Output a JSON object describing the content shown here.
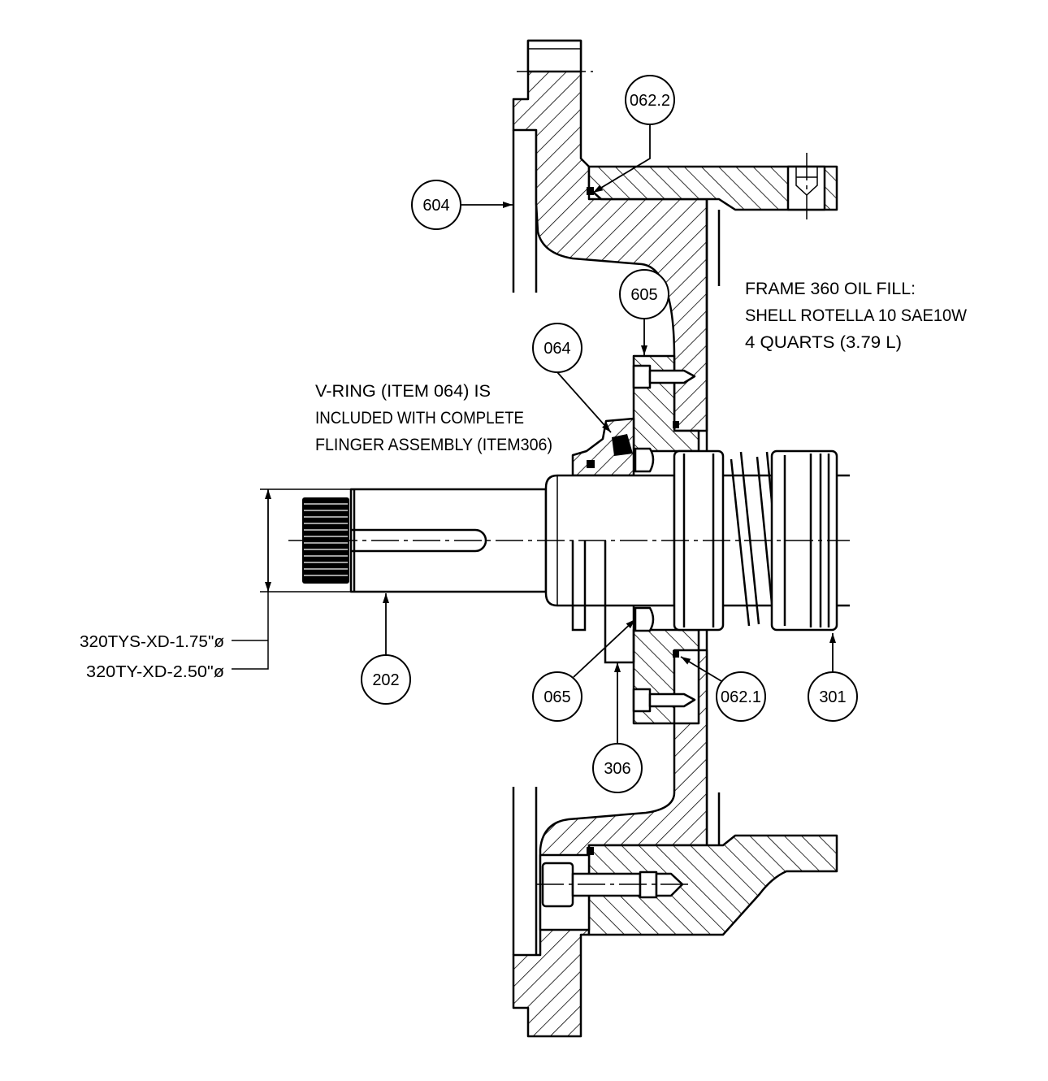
{
  "balloons": [
    {
      "label": "062.2"
    },
    {
      "label": "604"
    },
    {
      "label": "605"
    },
    {
      "label": "064"
    },
    {
      "label": "202"
    },
    {
      "label": "065"
    },
    {
      "label": "306"
    },
    {
      "label": "062.1"
    },
    {
      "label": "301"
    }
  ],
  "notes": {
    "oil_fill": [
      "FRAME 360 OIL FILL:",
      "SHELL ROTELLA 10 SAE10W",
      "4 QUARTS (3.79 L)"
    ],
    "v_ring": [
      "V-RING (ITEM 064) IS",
      "INCLUDED WITH COMPLETE",
      "FLINGER ASSEMBLY (ITEM306)"
    ]
  },
  "dimensions": {
    "shaft_diameters": [
      "320TYS-XD-1.75\"ø",
      "320TY-XD-2.50\"ø"
    ]
  }
}
